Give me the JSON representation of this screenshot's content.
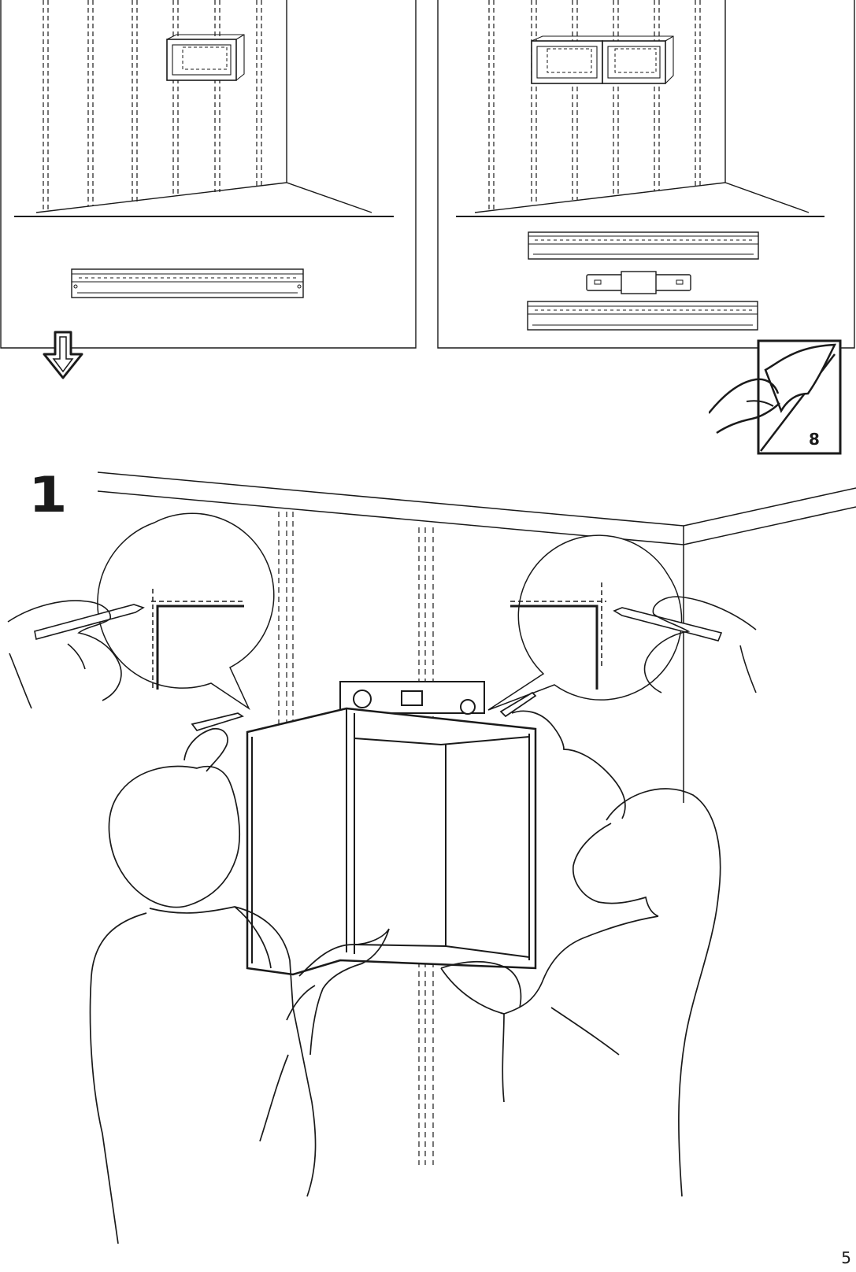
{
  "step": {
    "number": "1"
  },
  "turn_page": {
    "target_page": "8",
    "icon": "page-turn-hand-icon"
  },
  "footer": {
    "page_number": "5"
  },
  "option_panels": [
    {
      "name": "single-cabinet-option",
      "cabinets": 1,
      "rail_parts": [
        "long-rail"
      ]
    },
    {
      "name": "double-cabinet-option",
      "cabinets": 2,
      "rail_parts": [
        "long-rail",
        "connector",
        "long-rail"
      ]
    }
  ],
  "icons": [
    "down-arrow-icon",
    "spirit-level-icon",
    "pencil-icon",
    "page-turn-hand-icon"
  ]
}
